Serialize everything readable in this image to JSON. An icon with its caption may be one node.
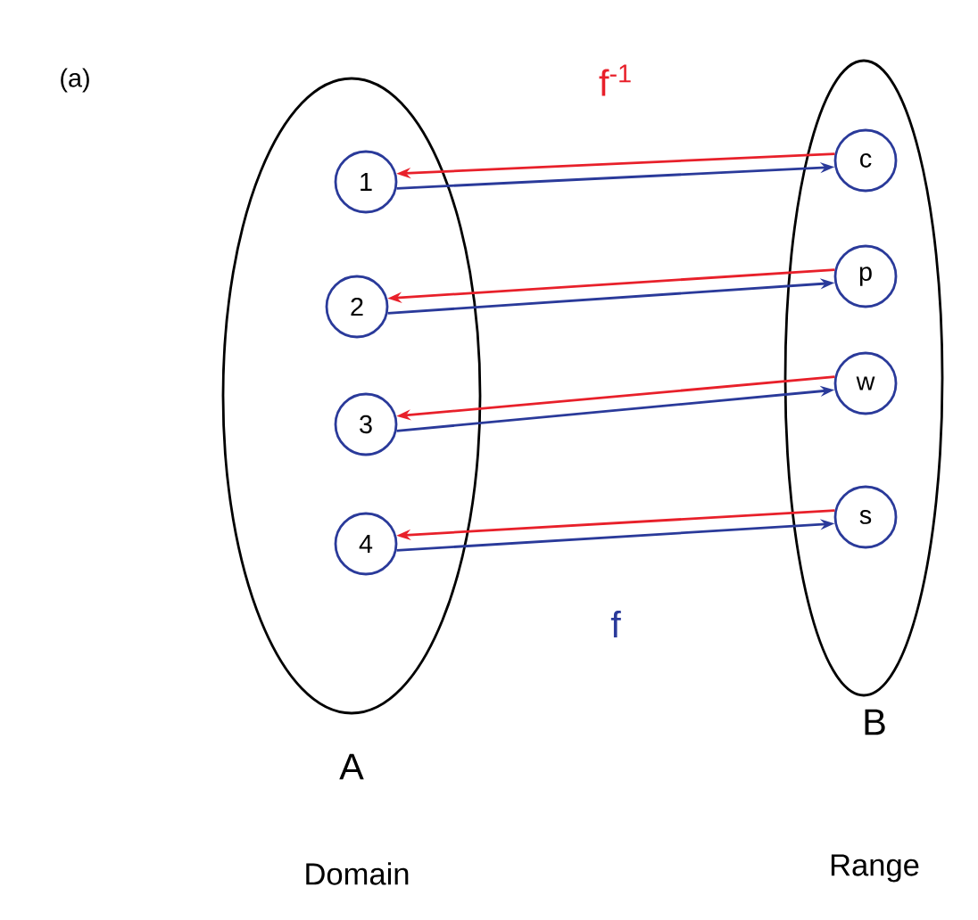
{
  "diagram": {
    "nodes": [
      {
        "text": [
          "A",
          "Domain"
        ]
      },
      {
        "text": [
          "B",
          "Range"
        ]
      },
      {
        "text": [
          "1"
        ],
        "in": 0
      },
      {
        "text": [
          "2"
        ],
        "in": 0
      },
      {
        "text": [
          "3"
        ],
        "in": 0
      },
      {
        "text": [
          "4"
        ],
        "in": 0
      },
      {
        "text": [
          "c"
        ],
        "in": 1
      },
      {
        "text": [
          "p"
        ],
        "in": 1
      },
      {
        "text": [
          "w"
        ],
        "in": 1
      },
      {
        "text": [
          "s"
        ],
        "in": 1
      }
    ],
    "edges": [
      {
        "from": 6,
        "to": 2,
        "arrow": "to",
        "color": "#e8202a"
      },
      {
        "from": 2,
        "to": 6,
        "arrow": "to",
        "color": "#2a3a9a"
      },
      {
        "from": 7,
        "to": 3,
        "arrow": "to",
        "color": "#e8202a"
      },
      {
        "from": 3,
        "to": 7,
        "arrow": "to",
        "color": "#2a3a9a"
      },
      {
        "from": 8,
        "to": 4,
        "arrow": "to",
        "color": "#e8202a"
      },
      {
        "from": 4,
        "to": 8,
        "arrow": "to",
        "color": "#2a3a9a"
      },
      {
        "from": 9,
        "to": 5,
        "arrow": "to",
        "color": "#e8202a"
      },
      {
        "from": 5,
        "to": 9,
        "arrow": "to",
        "color": "#2a3a9a"
      }
    ],
    "labels": [
      "(a)",
      "f$^{-1}$",
      "f"
    ]
  }
}
